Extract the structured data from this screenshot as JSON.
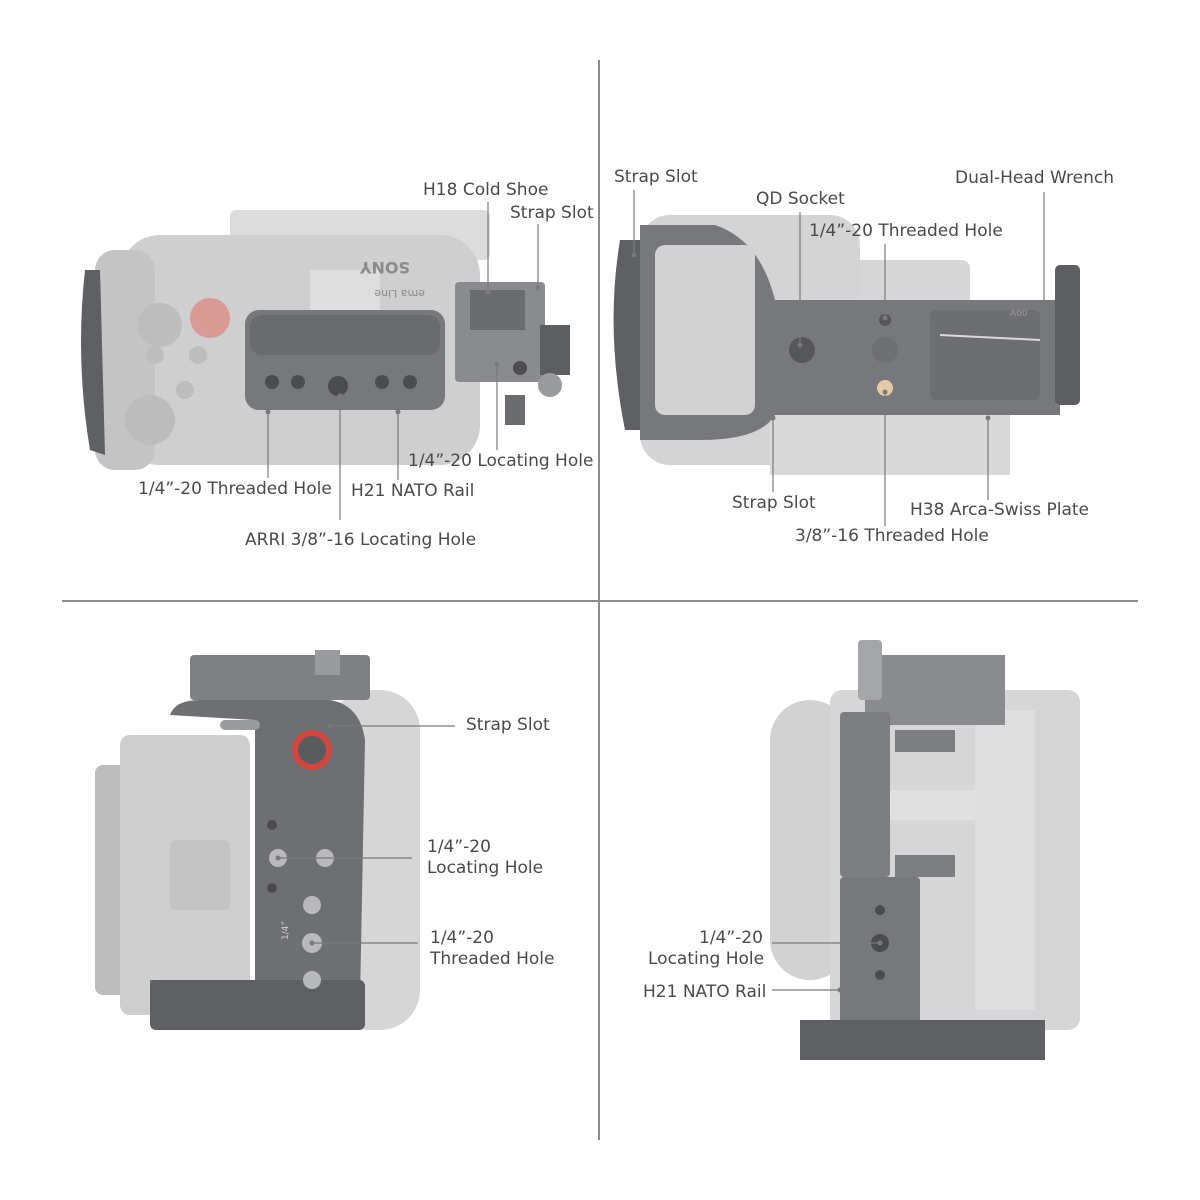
{
  "colors": {
    "cage_dark": "#6b6c70",
    "cage_mid": "#838489",
    "camera_gray": "#c9c9c9",
    "camera_light": "#d9d9d9",
    "accent_red": "#d2473d",
    "line": "#7a7a7a",
    "divider": "#8c8c8c"
  },
  "top_left": {
    "camera_brand": "SONY",
    "camera_line_text": "ema Line",
    "labels": {
      "cold_shoe": "H18 Cold Shoe",
      "strap_slot": "Strap Slot",
      "locating_hole": "1/4”-20 Locating Hole",
      "threaded_hole": "1/4”-20 Threaded Hole",
      "nato_rail": "H21 NATO Rail",
      "arri_hole": "ARRI 3/8”-16 Locating Hole"
    }
  },
  "top_right": {
    "plate_marking": "A00",
    "labels": {
      "strap_slot_top": "Strap Slot",
      "qd_socket": "QD Socket",
      "threaded_hole": "1/4”-20 Threaded Hole",
      "wrench": "Dual-Head Wrench",
      "strap_slot_bottom": "Strap Slot",
      "arca_plate": "H38 Arca-Swiss Plate",
      "threaded_hole_38": "3/8”-16 Threaded Hole"
    }
  },
  "bottom_left": {
    "grip_marking": "1/4”",
    "labels": {
      "strap_slot": "Strap Slot",
      "locating_hole_line1": "1/4”-20",
      "locating_hole_line2": "Locating Hole",
      "threaded_hole_line1": "1/4”-20",
      "threaded_hole_line2": "Threaded Hole"
    }
  },
  "bottom_right": {
    "labels": {
      "locating_hole_line1": "1/4”-20",
      "locating_hole_line2": "Locating Hole",
      "nato_rail": "H21 NATO Rail"
    }
  }
}
